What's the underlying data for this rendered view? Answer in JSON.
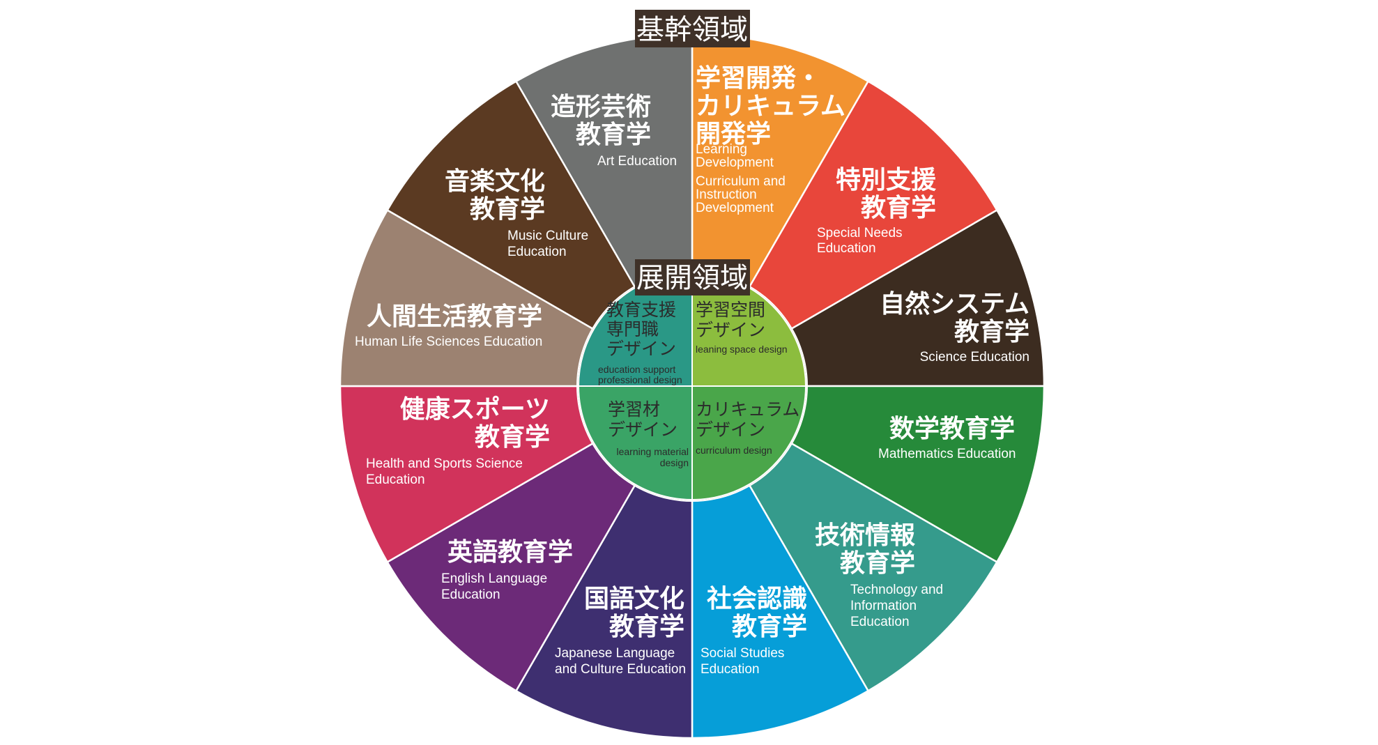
{
  "core_label": "基幹領域",
  "inner_label": "展開領域",
  "segments": [
    {
      "jp": [
        "学習開発・",
        "カリキュラム",
        "開発学"
      ],
      "en": [
        "Learning",
        "Development",
        "Curriculum and",
        "Instruction",
        "Development"
      ],
      "color": "#f29330"
    },
    {
      "jp": [
        "特別支援",
        "教育学"
      ],
      "en": [
        "Special Needs",
        "Education"
      ],
      "color": "#e8463b"
    },
    {
      "jp": [
        "自然システム",
        "教育学"
      ],
      "en": [
        "Science Education"
      ],
      "color": "#3c2c20"
    },
    {
      "jp": [
        "数学教育学"
      ],
      "en": [
        "Mathematics Education"
      ],
      "color": "#268a3a"
    },
    {
      "jp": [
        "技術情報",
        "教育学"
      ],
      "en": [
        "Technology and",
        "Information",
        "Education"
      ],
      "color": "#359b8c"
    },
    {
      "jp": [
        "社会認識",
        "教育学"
      ],
      "en": [
        "Social Studies",
        "Education"
      ],
      "color": "#069ed8"
    },
    {
      "jp": [
        "国語文化",
        "教育学"
      ],
      "en": [
        "Japanese Language",
        "and Culture Education"
      ],
      "color": "#3e2f70"
    },
    {
      "jp": [
        "英語教育学"
      ],
      "en": [
        "English Language",
        "Education"
      ],
      "color": "#6c2a78"
    },
    {
      "jp": [
        "健康スポーツ",
        "教育学"
      ],
      "en": [
        "Health and Sports Science",
        "Education"
      ],
      "color": "#d1335b"
    },
    {
      "jp": [
        "人間生活教育学"
      ],
      "en": [
        "Human Life Sciences Education"
      ],
      "color": "#9c8271"
    },
    {
      "jp": [
        "音楽文化",
        "教育学"
      ],
      "en": [
        "Music Culture",
        "Education"
      ],
      "color": "#5b3a22"
    },
    {
      "jp": [
        "造形芸術",
        "教育学"
      ],
      "en": [
        "Art Education"
      ],
      "color": "#6f7170"
    }
  ],
  "quadrants": [
    {
      "jp": [
        "学習空間",
        "デザイン"
      ],
      "en": [
        "leaning space design"
      ],
      "color": "#8cbd3e"
    },
    {
      "jp": [
        "カリキュラム",
        "デザイン"
      ],
      "en": [
        "curriculum design"
      ],
      "color": "#4aa64a"
    },
    {
      "jp": [
        "学習材",
        "デザイン"
      ],
      "en": [
        "learning material",
        "design"
      ],
      "color": "#3aa466"
    },
    {
      "jp": [
        "教育支援",
        "専門職",
        "デザイン"
      ],
      "en": [
        "education support",
        "professional design"
      ],
      "color": "#2a9886"
    }
  ]
}
